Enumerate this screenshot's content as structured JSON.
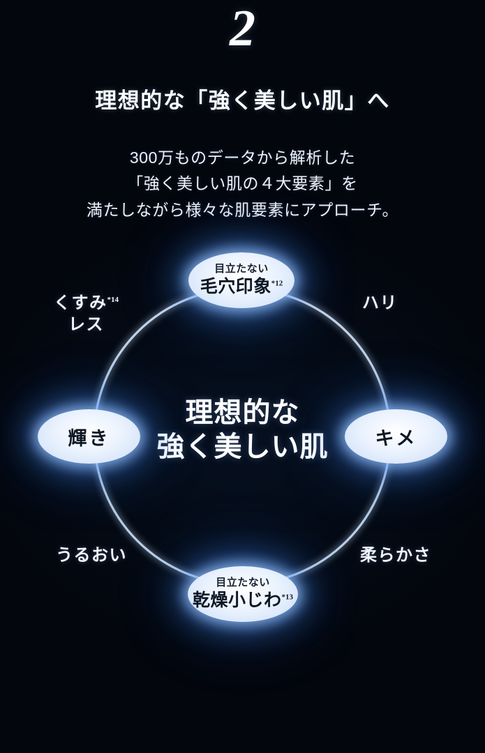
{
  "header": {
    "step_number": "2",
    "headline": "理想的な「強く美しい肌」へ",
    "lede_line1": "300万ものデータから解析した",
    "lede_line2": "「強く美しい肌の４大要素」を",
    "lede_line3": "満たしながら様々な肌要素にアプローチ。"
  },
  "diagram": {
    "center_line1": "理想的な",
    "center_line2": "強く美しい肌",
    "nodes": {
      "top": {
        "sub": "目立たない",
        "main": "毛穴印象",
        "note": "*12"
      },
      "right": {
        "main": "キメ"
      },
      "bottom": {
        "sub": "目立たない",
        "main": "乾燥小じわ",
        "note": "*13"
      },
      "left": {
        "main": "輝き"
      }
    },
    "quadrant_labels": {
      "top_left_line1": "くすみ",
      "top_left_note": "*14",
      "top_left_line2": "レス",
      "top_right": "ハリ",
      "bottom_left": "うるおい",
      "bottom_right": "柔らかさ"
    }
  },
  "colors": {
    "background": "#03060d",
    "node_fill": "#e6f0fd",
    "node_text": "#0d1724",
    "ring_stroke": "#cfe2fb",
    "glow": "#5096ff",
    "text": "#ffffff"
  }
}
